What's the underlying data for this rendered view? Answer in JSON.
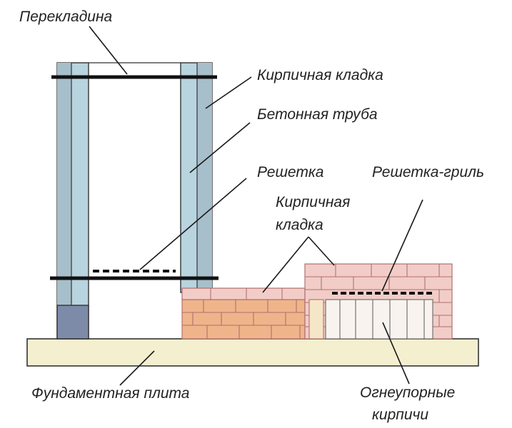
{
  "labels": {
    "lintel": "Перекладина",
    "brick_top": "Кирпичная кладка",
    "concrete_pipe": "Бетонная труба",
    "grate": "Решетка",
    "grill_grate": "Решетка-гриль",
    "brick_mid_line1": "Кирпичная",
    "brick_mid_line2": "кладка",
    "foundation": "Фундаментная плита",
    "firebricks_line1": "Огнеупорные",
    "firebricks_line2": "кирпичи"
  },
  "colors": {
    "concrete_pipe": "#b8d4de",
    "concrete_pipe_dark": "#98afbc",
    "brick_light": "#f2cdc8",
    "brick_orange": "#f0b48a",
    "firebrick": "#f8f3ef",
    "foundation": "#f4efcf",
    "pipe_base": "#7d8ba8",
    "mortar": "#b07070"
  }
}
